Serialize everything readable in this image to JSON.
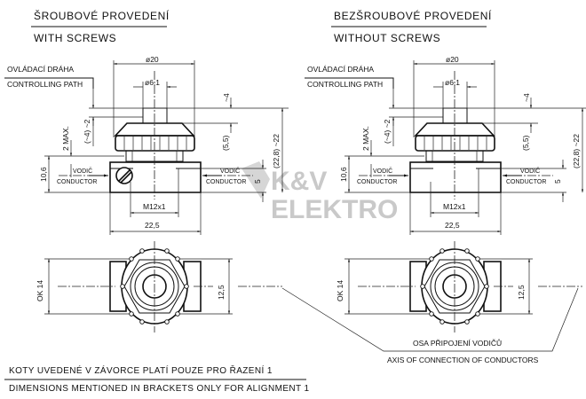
{
  "left": {
    "title_cz": "ŠROUBOVÉ PROVEDENÍ",
    "title_en": "WITH SCREWS"
  },
  "right": {
    "title_cz": "BEZŠROUBOVÉ PROVEDENÍ",
    "title_en": "WITHOUT SCREWS"
  },
  "labels": {
    "path_cz": "OVLÁDACÍ DRÁHA",
    "path_en": "CONTROLLING PATH",
    "conductor_cz": "VODIČ",
    "conductor_en": "CONDUCTOR"
  },
  "dimensions": {
    "d20": "ø20",
    "d61": "ø6,1",
    "approx4": "~4",
    "max2": "2 MAX.",
    "approx2": "(~4) ~2",
    "b55": "(5,5)",
    "b228": "(22,8) ~22",
    "h106": "10,6",
    "h5": "5",
    "thread": "M12x1",
    "w225": "22,5",
    "ok14": "OK 14",
    "h125": "12,5"
  },
  "axis_note": {
    "cz": "OSA PŘIPOJENÍ VODIČŮ",
    "en": "AXIS OF CONNECTION OF CONDUCTORS"
  },
  "footer": {
    "cz": "KOTY UVEDENÉ V ZÁVORCE PLATÍ POUZE PRO ŘAZENÍ 1",
    "en": "DIMENSIONS MENTIONED IN BRACKETS ONLY FOR ALIGNMENT 1"
  },
  "watermark": "K&V ELEKTRO"
}
